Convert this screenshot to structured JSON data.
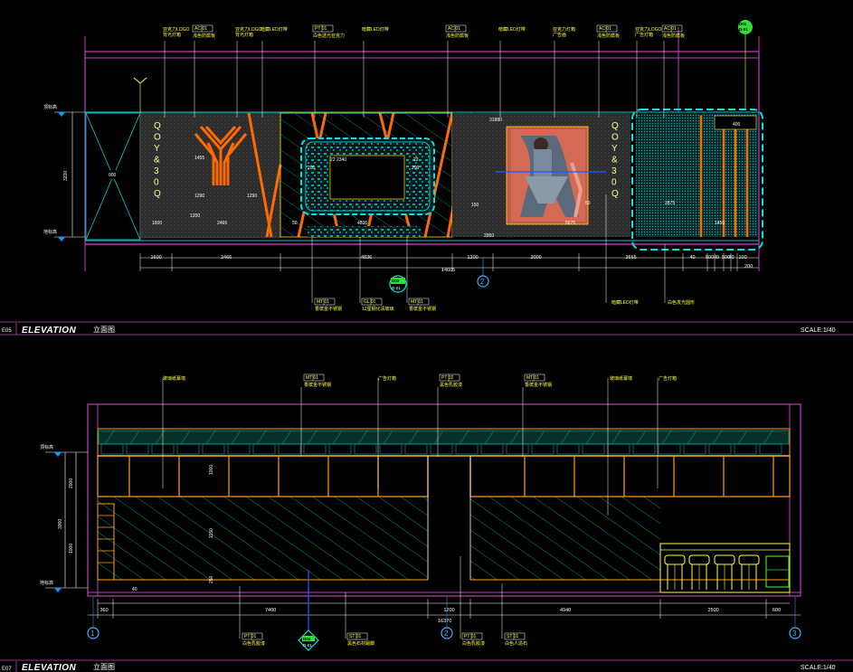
{
  "elevations": [
    {
      "code": "E05",
      "title": "ELEVATION",
      "subtitle": "立面图",
      "scale": "SCALE:1/40",
      "levels": [
        "顶标高",
        "地标高"
      ],
      "heights": [
        "3200",
        "1455",
        "1200"
      ],
      "bottom_dims": [
        "1600",
        "2466",
        "4836",
        "1200",
        "2000",
        "2665",
        "40",
        "500",
        "40",
        "500",
        "40",
        "100"
      ],
      "total_dim": "14605",
      "sub_total": "200",
      "axis": "2",
      "brand_letters": [
        "Q",
        "O",
        "Y",
        "&",
        "3",
        "0",
        "Q"
      ],
      "top_callouts": [
        {
          "text": "亚克力LOGO\n背光灯箱",
          "tag": null
        },
        {
          "text": "浅色防腐板",
          "tag": "AC 01"
        },
        {
          "text": "亚克力LOGO\n背光灯箱",
          "tag": null
        },
        {
          "text": "暗藏LED灯带",
          "tag": null
        },
        {
          "text": "白色透光亚克力",
          "tag": "PT 01"
        },
        {
          "text": "暗藏LED灯带",
          "tag": null
        },
        {
          "text": "浅色防腐板",
          "tag": "AC 01"
        },
        {
          "text": "暗藏LED灯带",
          "tag": null
        },
        {
          "text": "亚克力灯箱\n广告画",
          "tag": null
        },
        {
          "text": "浅色防腐板",
          "tag": "AC 01"
        },
        {
          "text": "亚克力LOGO\n广告灯箱",
          "tag": null
        },
        {
          "text": "浅色防腐板",
          "tag": "AC 01"
        }
      ],
      "bottom_callouts": [
        {
          "text": "香槟金不锈钢",
          "tag": "MT 01"
        },
        {
          "text": "12厘钢化清玻璃",
          "tag": "GL 01"
        },
        {
          "text": "香槟金不锈钢",
          "tag": "MT 01"
        },
        {
          "text": "暗藏LED灯带",
          "tag": null
        },
        {
          "text": "白色发光圆形",
          "tag": null
        }
      ],
      "detail_tags": [
        "D01",
        "D-01"
      ]
    },
    {
      "code": "E07",
      "title": "ELEVATION",
      "subtitle": "立面图",
      "scale": "SCALE:1/40",
      "levels": [
        "顶标高",
        "地标高"
      ],
      "heights": [
        "3000",
        "2000",
        "1000",
        "1150",
        "250"
      ],
      "bottom_dims": [
        "360",
        "7400",
        "1200",
        "4940",
        "2500",
        "600"
      ],
      "total_dim": "16370",
      "axes": [
        "1",
        "2",
        "3"
      ],
      "top_callouts": [
        {
          "text": "玻璃纸幕墙",
          "tag": null
        },
        {
          "text": "香槟金不锈钢",
          "tag": "MT 01"
        },
        {
          "text": "广告灯箱",
          "tag": null
        },
        {
          "text": "黑色乳胶漆",
          "tag": "PT 02"
        },
        {
          "text": "香槟金不锈钢",
          "tag": "MT 01"
        },
        {
          "text": "玻璃纸幕墙",
          "tag": null
        },
        {
          "text": "广告灯箱",
          "tag": null
        }
      ],
      "bottom_callouts": [
        {
          "text": "白色乳胶漆",
          "tag": "PT 01"
        },
        {
          "text": "黑色石材踢脚",
          "tag": "ST 01"
        },
        {
          "text": "白色乳胶漆",
          "tag": "PT 01"
        },
        {
          "text": "白色人造石",
          "tag": "ST 01"
        }
      ]
    }
  ],
  "colors": {
    "background": "#000000",
    "magenta": "#d040d0",
    "cyan": "#00e5e5",
    "orange": "#ff6a00",
    "yellow": "#ffff33",
    "white": "#ffffff",
    "green": "#33dd33"
  }
}
